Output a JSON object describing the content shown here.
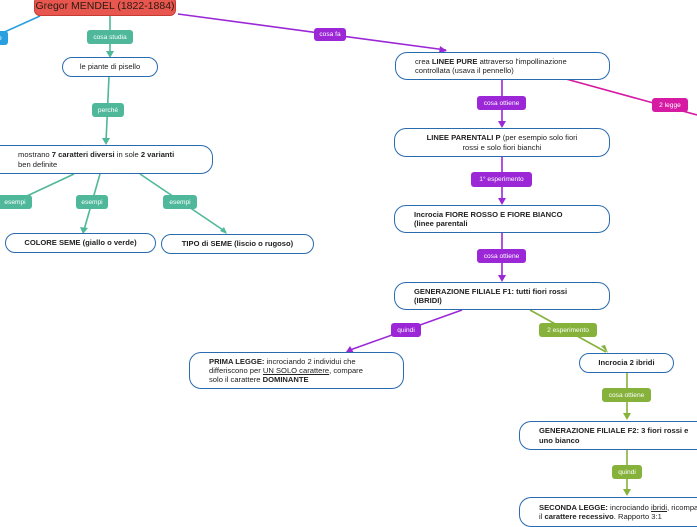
{
  "root": {
    "title": "Gregor MENDEL (1822-1884)"
  },
  "labels": {
    "cut_left": "è",
    "cosa_studia": "cosa studia",
    "cosa_fa": "cosa fa",
    "perche": "perché",
    "esempi_1": "esempi",
    "esempi_2": "esempi",
    "esempi_3": "esempi",
    "cosa_ottiene_1": "cosa ottiene",
    "legge_2": "2 legge",
    "esperimento_1": "1° esperimento",
    "cosa_ottiene_2": "cosa ottiene",
    "quindi_1": "quindi",
    "esperimento_2": "2 esperimento",
    "cosa_ottiene_3": "cosa ottiene",
    "quindi_2": "quindi"
  },
  "nodes": {
    "piante": {
      "text": "le piante di pisello"
    },
    "caratteri": {
      "l1_pre": "mostrano ",
      "l1_b1": "7 caratteri diversi",
      "l1_mid": " in sole ",
      "l1_b2": "2 varianti",
      "l2": "ben definite"
    },
    "colore": {
      "text": "COLORE SEME (giallo o verde)"
    },
    "tipo": {
      "text": "TIPO di SEME (liscio o rugoso)"
    },
    "linee_pure": {
      "l1_pre": "crea ",
      "l1_b": "LINEE PURE",
      "l1_post": " attraverso l'impollinazione",
      "l2": "controllata (usava il pennello)"
    },
    "parentali": {
      "l1_b": "LINEE PARENTALI P",
      "l1_post": " (per esempio solo fiori",
      "l2": "rossi e solo fiori bianchi"
    },
    "incrocia": {
      "l1": "Incrocia FIORE ROSSO E FIORE BIANCO",
      "l2": "(linee parentali"
    },
    "f1": {
      "l1": "GENERAZIONE FILIALE F1: tutti fiori rossi",
      "l2": "(IBRIDI)"
    },
    "prima_legge": {
      "l1_b": "PRIMA LEGGE:",
      "l1_post": " incrociando 2 individui che",
      "l2_pre": "differiscono per ",
      "l2_u": "UN SOLO carattere",
      "l2_post": ", compare",
      "l3_pre": "solo il carattere ",
      "l3_b": "DOMINANTE"
    },
    "incrocia_ibridi": {
      "text": "Incrocia 2 ibridi"
    },
    "f2": {
      "l1": "GENERAZIONE FILIALE F2: 3 fiori rossi e",
      "l2": "uno bianco"
    },
    "seconda_legge": {
      "l1_b": "SECONDA LEGGE:",
      "l1_pre": " incrociando ",
      "l1_u": "ibridi",
      "l1_post": ", ricompare",
      "l2_pre": "il ",
      "l2_b": "carattere recessivo",
      "l2_post": ". Rapporto 3:1"
    }
  },
  "colors": {
    "teal": "#4fb89a",
    "purple": "#9b27d6",
    "green": "#86b23c",
    "magenta": "#d61aa3",
    "blue": "#2a9fe0",
    "node_border": "#2a6bb0",
    "root_fill": "#e8574f"
  }
}
